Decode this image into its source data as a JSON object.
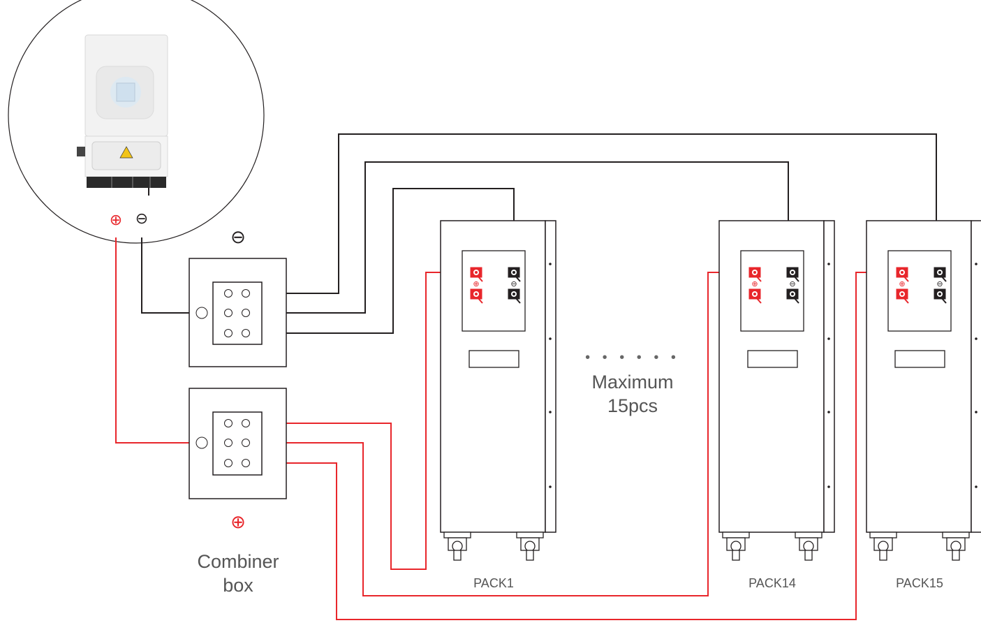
{
  "diagram": {
    "negative_symbol": "⊖",
    "positive_symbol": "⊕",
    "inverter": {
      "pos_terminal_symbol": "⊕",
      "neg_terminal_symbol": "⊖"
    },
    "combiner_box": {
      "label_line1": "Combiner",
      "label_line2": "box",
      "neg_symbol": "⊖",
      "pos_symbol": "⊕"
    },
    "ellipsis": "• • • • • •",
    "max_note_line1": "Maximum",
    "max_note_line2": "15pcs",
    "packs": [
      {
        "label": "PACK1"
      },
      {
        "label": "PACK14"
      },
      {
        "label": "PACK15"
      }
    ],
    "colors": {
      "positive_wire": "#e8262b",
      "negative_wire": "#231f20",
      "label_text": "#555555"
    }
  }
}
